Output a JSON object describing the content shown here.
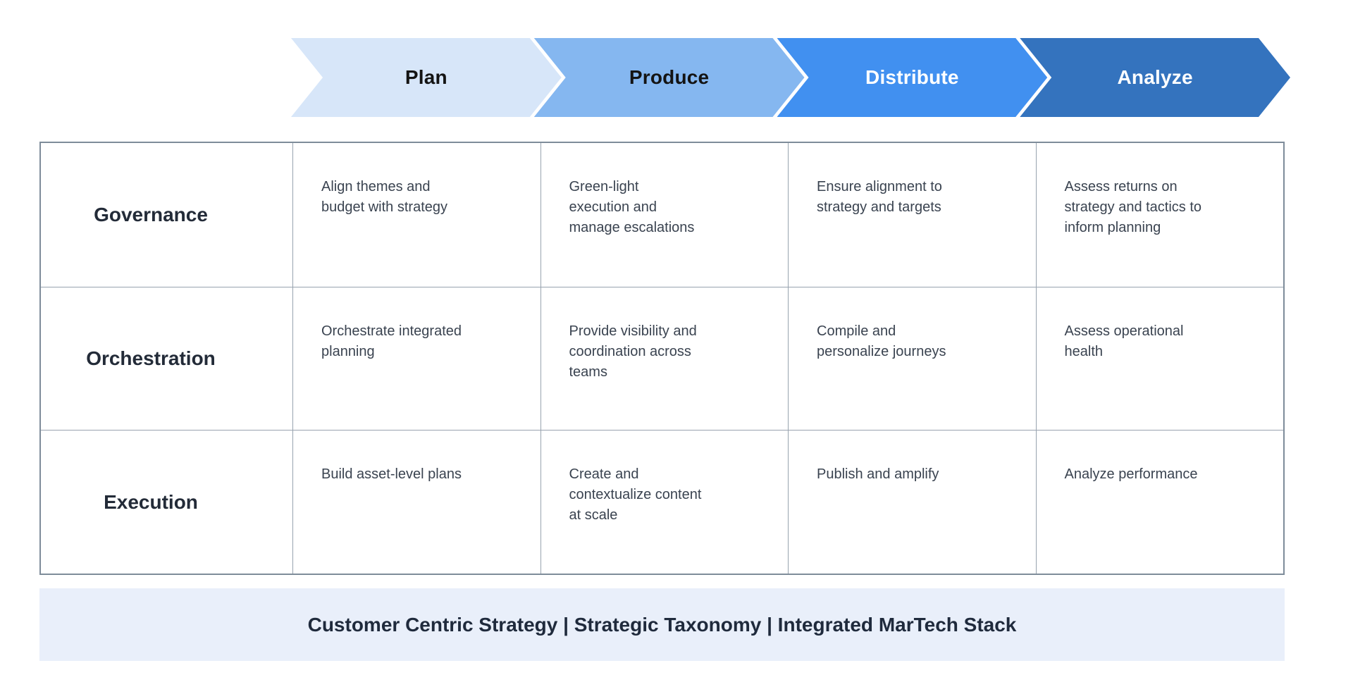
{
  "phases": {
    "items": [
      {
        "label": "Plan",
        "bg": "#D7E6F9",
        "text_color": "#141414"
      },
      {
        "label": "Produce",
        "bg": "#85B7F0",
        "text_color": "#141414"
      },
      {
        "label": "Distribute",
        "bg": "#4190F0",
        "text_color": "#FFFFFF"
      },
      {
        "label": "Analyze",
        "bg": "#3473BE",
        "text_color": "#FFFFFF"
      }
    ]
  },
  "matrix": {
    "rows": [
      {
        "label": "Governance",
        "cells": [
          "Align themes and\nbudget with strategy",
          "Green-light\nexecution and\nmanage escalations",
          "Ensure alignment to\nstrategy and targets",
          "Assess returns on\nstrategy and tactics to\ninform planning"
        ]
      },
      {
        "label": "Orchestration",
        "cells": [
          "Orchestrate integrated\nplanning",
          "Provide visibility and\ncoordination across\nteams",
          "Compile and\npersonalize journeys",
          "Assess operational\nhealth"
        ]
      },
      {
        "label": "Execution",
        "cells": [
          "Build asset-level plans",
          "Create and\ncontextualize content\nat scale",
          "Publish and amplify",
          "Analyze performance"
        ]
      }
    ],
    "border_outer_color": "#7E8C9A",
    "border_inner_color": "#98A3AF"
  },
  "footer": {
    "text": "Customer Centric Strategy | Strategic Taxonomy | Integrated MarTech Stack",
    "bg": "#E9EFFA",
    "text_color": "#1F2A3C"
  }
}
